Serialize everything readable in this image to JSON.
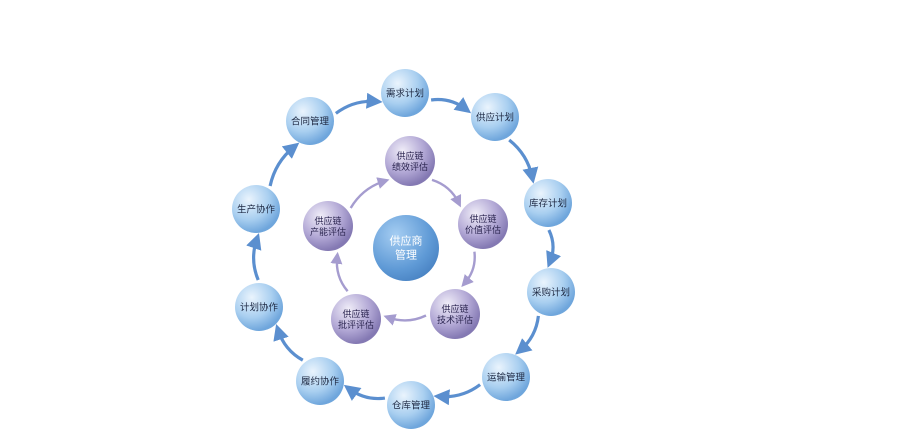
{
  "center": {
    "lines": [
      "供应商",
      "管理"
    ]
  },
  "outer_nodes": [
    {
      "lines": [
        "需求计划"
      ]
    },
    {
      "lines": [
        "供应计划"
      ]
    },
    {
      "lines": [
        "库存计划"
      ]
    },
    {
      "lines": [
        "采购计划"
      ]
    },
    {
      "lines": [
        "运输管理"
      ]
    },
    {
      "lines": [
        "仓库管理"
      ]
    },
    {
      "lines": [
        "履约协作"
      ]
    },
    {
      "lines": [
        "计划协作"
      ]
    },
    {
      "lines": [
        "生产协作"
      ]
    },
    {
      "lines": [
        "合同管理"
      ]
    }
  ],
  "inner_nodes": [
    {
      "lines": [
        "供应链",
        "绩效评估"
      ]
    },
    {
      "lines": [
        "供应链",
        "价值评估"
      ]
    },
    {
      "lines": [
        "供应链",
        "技术评估"
      ]
    },
    {
      "lines": [
        "供应链",
        "批评评估"
      ]
    },
    {
      "lines": [
        "供应链",
        "产能评估"
      ]
    }
  ],
  "colors": {
    "outer_node": "#8fbfe8",
    "outer_node_light": "#e6f2fc",
    "outer_arrow": "#5b8fcf",
    "inner_node": "#9a8fbf",
    "inner_node_light": "#ebe7f5",
    "inner_arrow": "#a59ccf",
    "center_node": "#5f9ad6"
  }
}
